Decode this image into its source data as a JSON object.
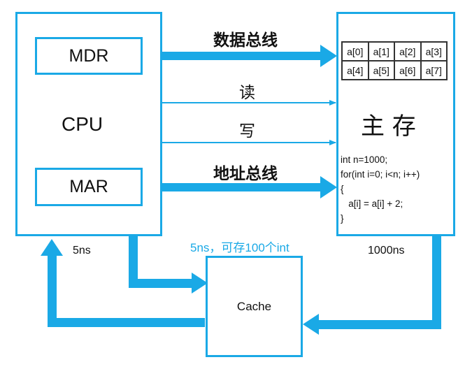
{
  "cpu": {
    "label": "CPU",
    "mdr_label": "MDR",
    "mar_label": "MAR",
    "latency": "5ns"
  },
  "buses": {
    "data_bus": "数据总线",
    "read": "读",
    "write": "写",
    "address_bus": "地址总线"
  },
  "main_memory": {
    "label": "主 存",
    "latency": "1000ns",
    "cells": [
      "a[0]",
      "a[1]",
      "a[2]",
      "a[3]",
      "a[4]",
      "a[5]",
      "a[6]",
      "a[7]"
    ],
    "code_lines": [
      "int n=1000;",
      "for(int i=0; i<n; i++)",
      "{",
      "   a[i] = a[i] + 2;",
      "}"
    ]
  },
  "cache": {
    "label": "Cache",
    "note": "5ns，可存100个int"
  },
  "colors": {
    "accent": "#1aa9e6",
    "note_text": "#1aa9e6",
    "text": "#111111"
  }
}
